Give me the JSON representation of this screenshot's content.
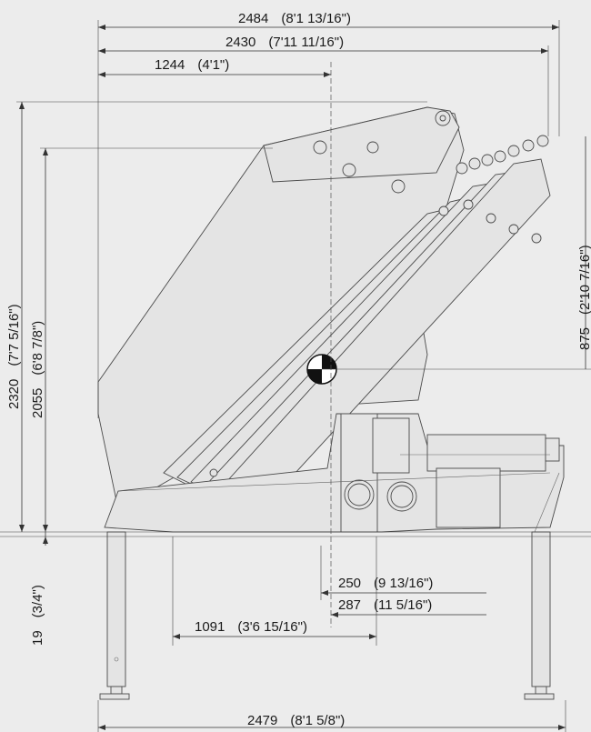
{
  "dimensions": {
    "overall_width_top": {
      "value": "2484",
      "imperial": "(8'1 13/16\")"
    },
    "arm_width": {
      "value": "2430",
      "imperial": "(7'11 11/16\")"
    },
    "center_offset": {
      "value": "1244",
      "imperial": "(4'1\")"
    },
    "total_height": {
      "value": "2320",
      "imperial": "(7'7 5/16\")"
    },
    "body_height": {
      "value": "2055",
      "imperial": "(6'8 7/8\")"
    },
    "right_height": {
      "value": "875",
      "imperial": "(2'10 7/16\")"
    },
    "foot_clearance": {
      "value": "19",
      "imperial": "(3/4\")"
    },
    "offset_250": {
      "value": "250",
      "imperial": "(9 13/16\")"
    },
    "offset_287": {
      "value": "287",
      "imperial": "(11 5/16\")"
    },
    "leg_to_center": {
      "value": "1091",
      "imperial": "(3'6 15/16\")"
    },
    "base_width": {
      "value": "2479",
      "imperial": "(8'1 5/8\")"
    }
  },
  "colors": {
    "background": "#ececec",
    "line": "#4a4a4a",
    "text": "#1a1a1a"
  }
}
